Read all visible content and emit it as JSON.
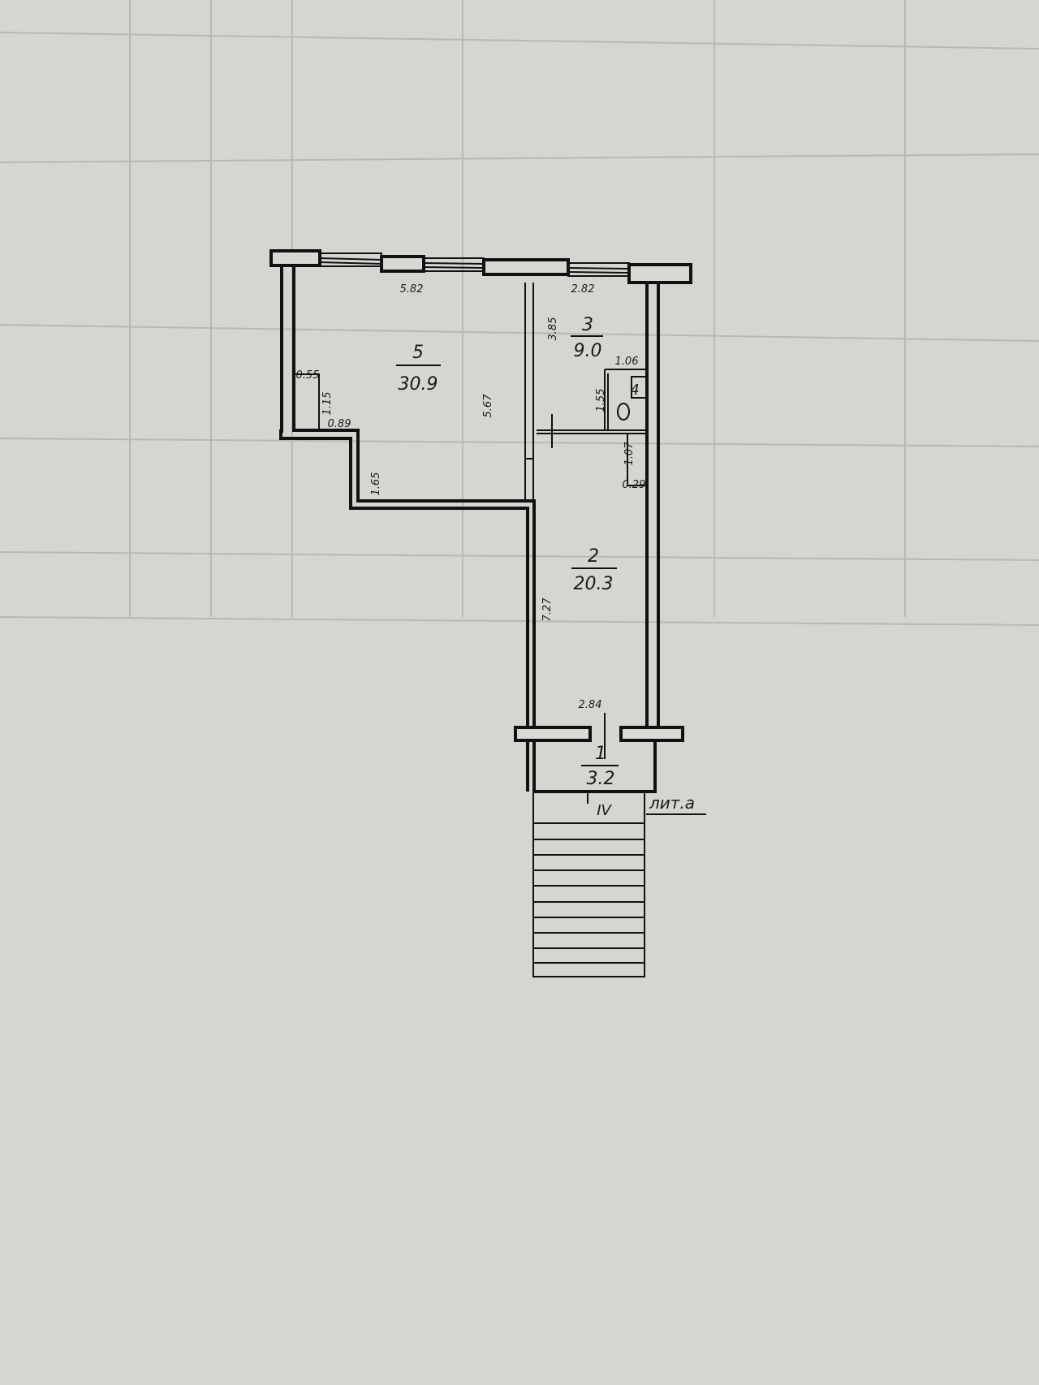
{
  "plan": {
    "rooms": [
      {
        "number": "5",
        "area": "30.9"
      },
      {
        "number": "3",
        "area": "9.0"
      },
      {
        "number": "4"
      },
      {
        "number": "2",
        "area": "20.3"
      },
      {
        "number": "1",
        "area": "3.2"
      }
    ],
    "dimensions": {
      "room5_width": "5.82",
      "room3_width": "2.82",
      "room3_height": "3.85",
      "room5_height": "5.67",
      "niche_width": "0.55",
      "niche_height": "1.15",
      "step_width": "0.89",
      "step_height": "1.65",
      "wc_width": "1.06",
      "wc_height": "1.55",
      "recess_height": "1.07",
      "recess_depth": "0.29",
      "room2_height": "7.27",
      "room2_width": "2.84"
    },
    "section_mark": "IV",
    "building_label": "лит.а"
  }
}
